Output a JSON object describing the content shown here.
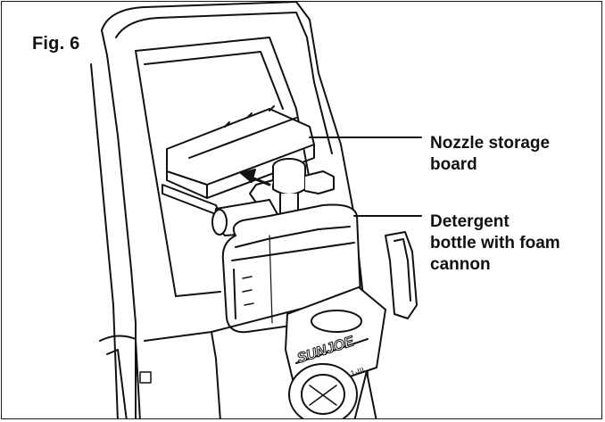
{
  "figure": {
    "label": "Fig. 6",
    "callouts": [
      {
        "lines": [
          "Nozzle storage",
          "board"
        ]
      },
      {
        "lines": [
          "Detergent",
          "bottle with foam",
          "cannon"
        ]
      }
    ],
    "brand_logo_text": "SUNJOE",
    "model_text": "1-III"
  }
}
